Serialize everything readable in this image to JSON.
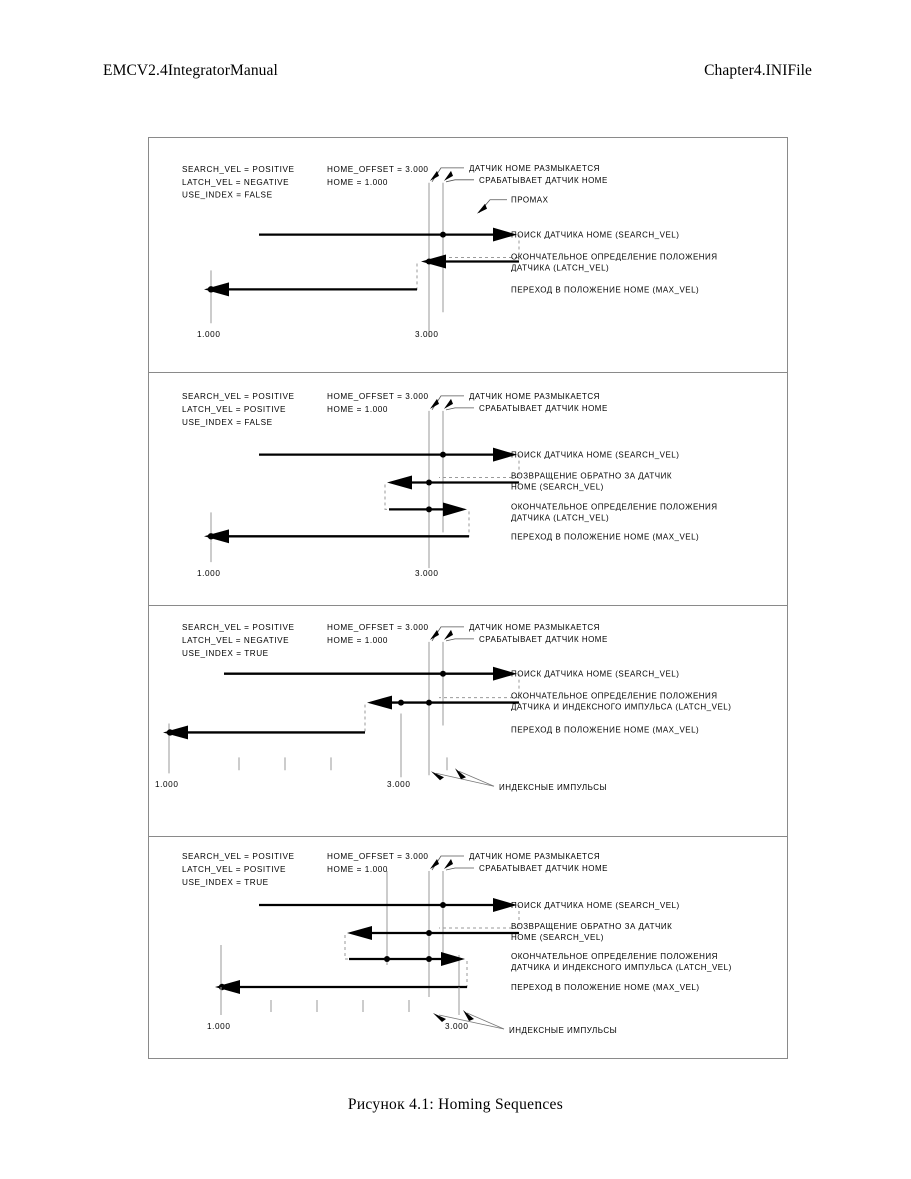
{
  "header": {
    "left": "EMCV2.4IntegratorManual",
    "right": "Chapter4.INIFile"
  },
  "caption": "Рисунок 4.1: Homing Sequences",
  "axis": {
    "home_tick": "1.000",
    "offset_tick": "3.000"
  },
  "common_labels": {
    "sensor_opens": "ДАТЧИК HOME РАЗМЫКАЕТСЯ",
    "sensor_trips": "СРАБАТЫВАЕТ ДАТЧИК HOME",
    "overshoot": "ПРОМАХ",
    "index_pulses": "ИНДЕКСНЫЕ ИМПУЛЬСЫ",
    "search": "ПОИСК ДАТЧИКА HOME (SEARCH_VEL)",
    "backoff_l1": "ВОЗВРАЩЕНИЕ ОБРАТНО ЗА ДАТЧИК",
    "backoff_l2": "HOME (SEARCH_VEL)",
    "latch_l1": "ОКОНЧАТЕЛЬНОЕ ОПРЕДЕЛЕНИЕ ПОЛОЖЕНИЯ",
    "latch_l2": "ДАТЧИКА (LATCH_VEL)",
    "latch_idx_l2": "ДАТЧИКА  И ИНДЕКСНОГО ИМПУЛЬСА (LATCH_VEL)",
    "move_home": "ПЕРЕХОД В ПОЛОЖЕНИЕ HOME (MAX_VEL)"
  },
  "panels": [
    {
      "id": "panel-1",
      "params": {
        "search_vel": "SEARCH_VEL = POSITIVE",
        "latch_vel": "LATCH_VEL = NEGATIVE",
        "use_index": "USE_INDEX = FALSE",
        "home_offset": "HOME_OFFSET = 3.000",
        "home": "HOME = 1.000"
      },
      "callouts": [
        "ДАТЧИК HOME РАЗМЫКАЕТСЯ",
        "СРАБАТЫВАЕТ ДАТЧИК HOME",
        "ПРОМАХ"
      ],
      "steps": [
        {
          "label": "ПОИСК ДАТЧИКА HOME (SEARCH_VEL)",
          "label2": ""
        },
        {
          "label": "ОКОНЧАТЕЛЬНОЕ ОПРЕДЕЛЕНИЕ ПОЛОЖЕНИЯ",
          "label2": "ДАТЧИКА (LATCH_VEL)"
        },
        {
          "label": "ПЕРЕХОД В ПОЛОЖЕНИЕ HOME (MAX_VEL)",
          "label2": ""
        }
      ],
      "has_index": false,
      "tick_home": "1.000",
      "tick_offset": "3.000"
    },
    {
      "id": "panel-2",
      "params": {
        "search_vel": "SEARCH_VEL = POSITIVE",
        "latch_vel": "LATCH_VEL = POSITIVE",
        "use_index": "USE_INDEX = FALSE",
        "home_offset": "HOME_OFFSET = 3.000",
        "home": "HOME = 1.000"
      },
      "callouts": [
        "ДАТЧИК HOME РАЗМЫКАЕТСЯ",
        "СРАБАТЫВАЕТ ДАТЧИК HOME"
      ],
      "steps": [
        {
          "label": "ПОИСК ДАТЧИКА HOME (SEARCH_VEL)",
          "label2": ""
        },
        {
          "label": "ВОЗВРАЩЕНИЕ ОБРАТНО ЗА ДАТЧИК",
          "label2": "HOME (SEARCH_VEL)"
        },
        {
          "label": "ОКОНЧАТЕЛЬНОЕ ОПРЕДЕЛЕНИЕ ПОЛОЖЕНИЯ",
          "label2": "ДАТЧИКА (LATCH_VEL)"
        },
        {
          "label": "ПЕРЕХОД В ПОЛОЖЕНИЕ HOME (MAX_VEL)",
          "label2": ""
        }
      ],
      "has_index": false,
      "tick_home": "1.000",
      "tick_offset": "3.000"
    },
    {
      "id": "panel-3",
      "params": {
        "search_vel": "SEARCH_VEL = POSITIVE",
        "latch_vel": "LATCH_VEL = NEGATIVE",
        "use_index": "USE_INDEX = TRUE",
        "home_offset": "HOME_OFFSET = 3.000",
        "home": "HOME = 1.000"
      },
      "callouts": [
        "ДАТЧИК HOME РАЗМЫКАЕТСЯ",
        "СРАБАТЫВАЕТ ДАТЧИК HOME"
      ],
      "steps": [
        {
          "label": "ПОИСК ДАТЧИКА HOME (SEARCH_VEL)",
          "label2": ""
        },
        {
          "label": "ОКОНЧАТЕЛЬНОЕ ОПРЕДЕЛЕНИЕ ПОЛОЖЕНИЯ",
          "label2": "ДАТЧИКА  И ИНДЕКСНОГО ИМПУЛЬСА (LATCH_VEL)"
        },
        {
          "label": "ПЕРЕХОД В ПОЛОЖЕНИЕ HOME (MAX_VEL)",
          "label2": ""
        }
      ],
      "has_index": true,
      "index_label": "ИНДЕКСНЫЕ ИМПУЛЬСЫ",
      "tick_home": "1.000",
      "tick_offset": "3.000"
    },
    {
      "id": "panel-4",
      "params": {
        "search_vel": "SEARCH_VEL = POSITIVE",
        "latch_vel": "LATCH_VEL = POSITIVE",
        "use_index": "USE_INDEX = TRUE",
        "home_offset": "HOME_OFFSET = 3.000",
        "home": "HOME = 1.000"
      },
      "callouts": [
        "ДАТЧИК HOME РАЗМЫКАЕТСЯ",
        "СРАБАТЫВАЕТ ДАТЧИК HOME"
      ],
      "steps": [
        {
          "label": "ПОИСК ДАТЧИКА HOME (SEARCH_VEL)",
          "label2": ""
        },
        {
          "label": "ВОЗВРАЩЕНИЕ ОБРАТНО ЗА ДАТЧИК",
          "label2": "HOME (SEARCH_VEL)"
        },
        {
          "label": "ОКОНЧАТЕЛЬНОЕ ОПРЕДЕЛЕНИЕ ПОЛОЖЕНИЯ",
          "label2": "ДАТЧИКА  И ИНДЕКСНОГО ИМПУЛЬСА (LATCH_VEL)"
        },
        {
          "label": "ПЕРЕХОД В ПОЛОЖЕНИЕ HOME (MAX_VEL)",
          "label2": ""
        }
      ],
      "has_index": true,
      "index_label": "ИНДЕКСНЫЕ ИМПУЛЬСЫ",
      "tick_home": "1.000",
      "tick_offset": "3.000"
    }
  ],
  "colors": {
    "ink": "#000000",
    "frame": "#8a8a8a",
    "guide": "#9a9a9a",
    "dashed": "#9a9a9a"
  }
}
